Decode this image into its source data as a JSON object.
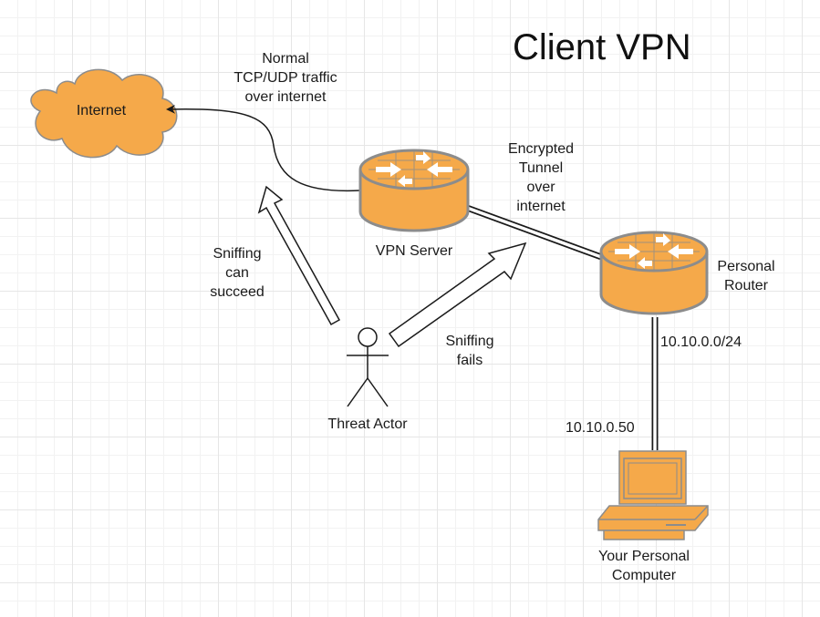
{
  "title": "Client VPN",
  "colors": {
    "device_fill": "#F5A94A",
    "device_stroke": "#8C8C8C",
    "line": "#1a1a1a",
    "grid": "#e6e6e6"
  },
  "nodes": {
    "internet": {
      "label": "Internet",
      "icon": "cloud-icon"
    },
    "vpn_server": {
      "label": "VPN Server",
      "icon": "router-icon"
    },
    "personal_router": {
      "label": "Personal\nRouter",
      "icon": "router-icon"
    },
    "computer": {
      "label": "Your Personal\nComputer",
      "icon": "computer-icon"
    },
    "threat_actor": {
      "label": "Threat Actor",
      "icon": "stick-figure-icon"
    }
  },
  "edge_labels": {
    "normal_traffic": "Normal\nTCP/UDP traffic\nover internet",
    "encrypted_tunnel": "Encrypted\nTunnel\nover\ninternet",
    "sniffing_succeed": "Sniffing\ncan\nsucceed",
    "sniffing_fails": "Sniffing\nfails",
    "subnet": "10.10.0.0/24",
    "computer_ip": "10.10.0.50"
  }
}
